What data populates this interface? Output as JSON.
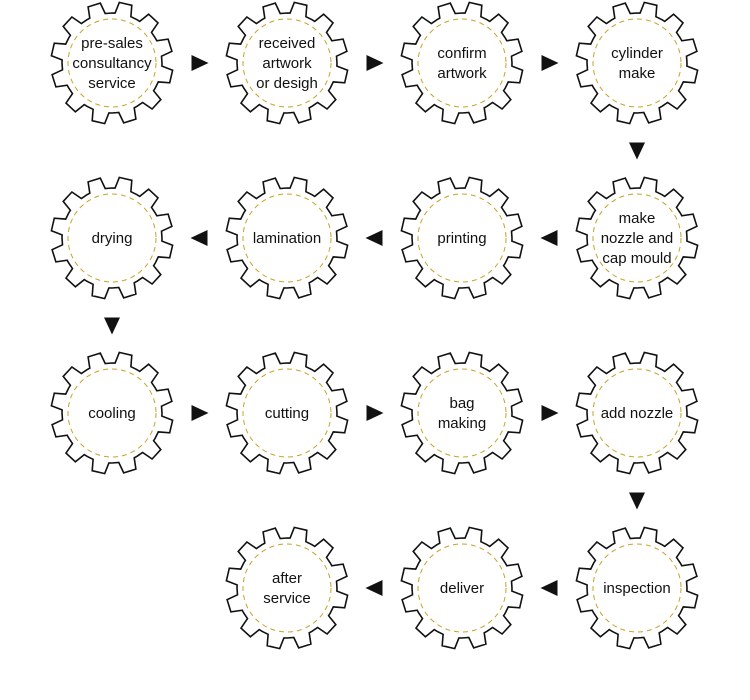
{
  "steps": [
    {
      "label": "pre-sales consultancy service",
      "lines": [
        "pre-sales",
        "consultancy",
        "service"
      ]
    },
    {
      "label": "received artwork or desigh",
      "lines": [
        "received",
        "artwork",
        "or desigh"
      ]
    },
    {
      "label": "confirm artwork",
      "lines": [
        "confirm",
        "artwork"
      ]
    },
    {
      "label": "cylinder make",
      "lines": [
        "cylinder",
        "make"
      ]
    },
    {
      "label": "make nozzle and cap mould",
      "lines": [
        "make",
        "nozzle and",
        "cap mould"
      ]
    },
    {
      "label": "printing",
      "lines": [
        "printing"
      ]
    },
    {
      "label": "lamination",
      "lines": [
        "lamination"
      ]
    },
    {
      "label": "drying",
      "lines": [
        "drying"
      ]
    },
    {
      "label": "cooling",
      "lines": [
        "cooling"
      ]
    },
    {
      "label": "cutting",
      "lines": [
        "cutting"
      ]
    },
    {
      "label": "bag making",
      "lines": [
        "bag",
        "making"
      ]
    },
    {
      "label": "add nozzle",
      "lines": [
        "add nozzle"
      ]
    },
    {
      "label": "inspection",
      "lines": [
        "inspection"
      ]
    },
    {
      "label": "deliver",
      "lines": [
        "deliver"
      ]
    },
    {
      "label": "after service",
      "lines": [
        "after",
        "service"
      ]
    }
  ],
  "connectors": [
    {
      "from": 0,
      "to": 1,
      "direction": "right"
    },
    {
      "from": 1,
      "to": 2,
      "direction": "right"
    },
    {
      "from": 2,
      "to": 3,
      "direction": "right"
    },
    {
      "from": 3,
      "to": 4,
      "direction": "down"
    },
    {
      "from": 4,
      "to": 5,
      "direction": "left"
    },
    {
      "from": 5,
      "to": 6,
      "direction": "left"
    },
    {
      "from": 6,
      "to": 7,
      "direction": "left"
    },
    {
      "from": 7,
      "to": 8,
      "direction": "down"
    },
    {
      "from": 8,
      "to": 9,
      "direction": "right"
    },
    {
      "from": 9,
      "to": 10,
      "direction": "right"
    },
    {
      "from": 10,
      "to": 11,
      "direction": "right"
    },
    {
      "from": 11,
      "to": 12,
      "direction": "down"
    },
    {
      "from": 12,
      "to": 13,
      "direction": "left"
    },
    {
      "from": 13,
      "to": 14,
      "direction": "left"
    }
  ],
  "colors": {
    "gear_outline": "#111111",
    "inner_ring": "#c9a227",
    "arrow": "#111111",
    "text": "#111111"
  }
}
